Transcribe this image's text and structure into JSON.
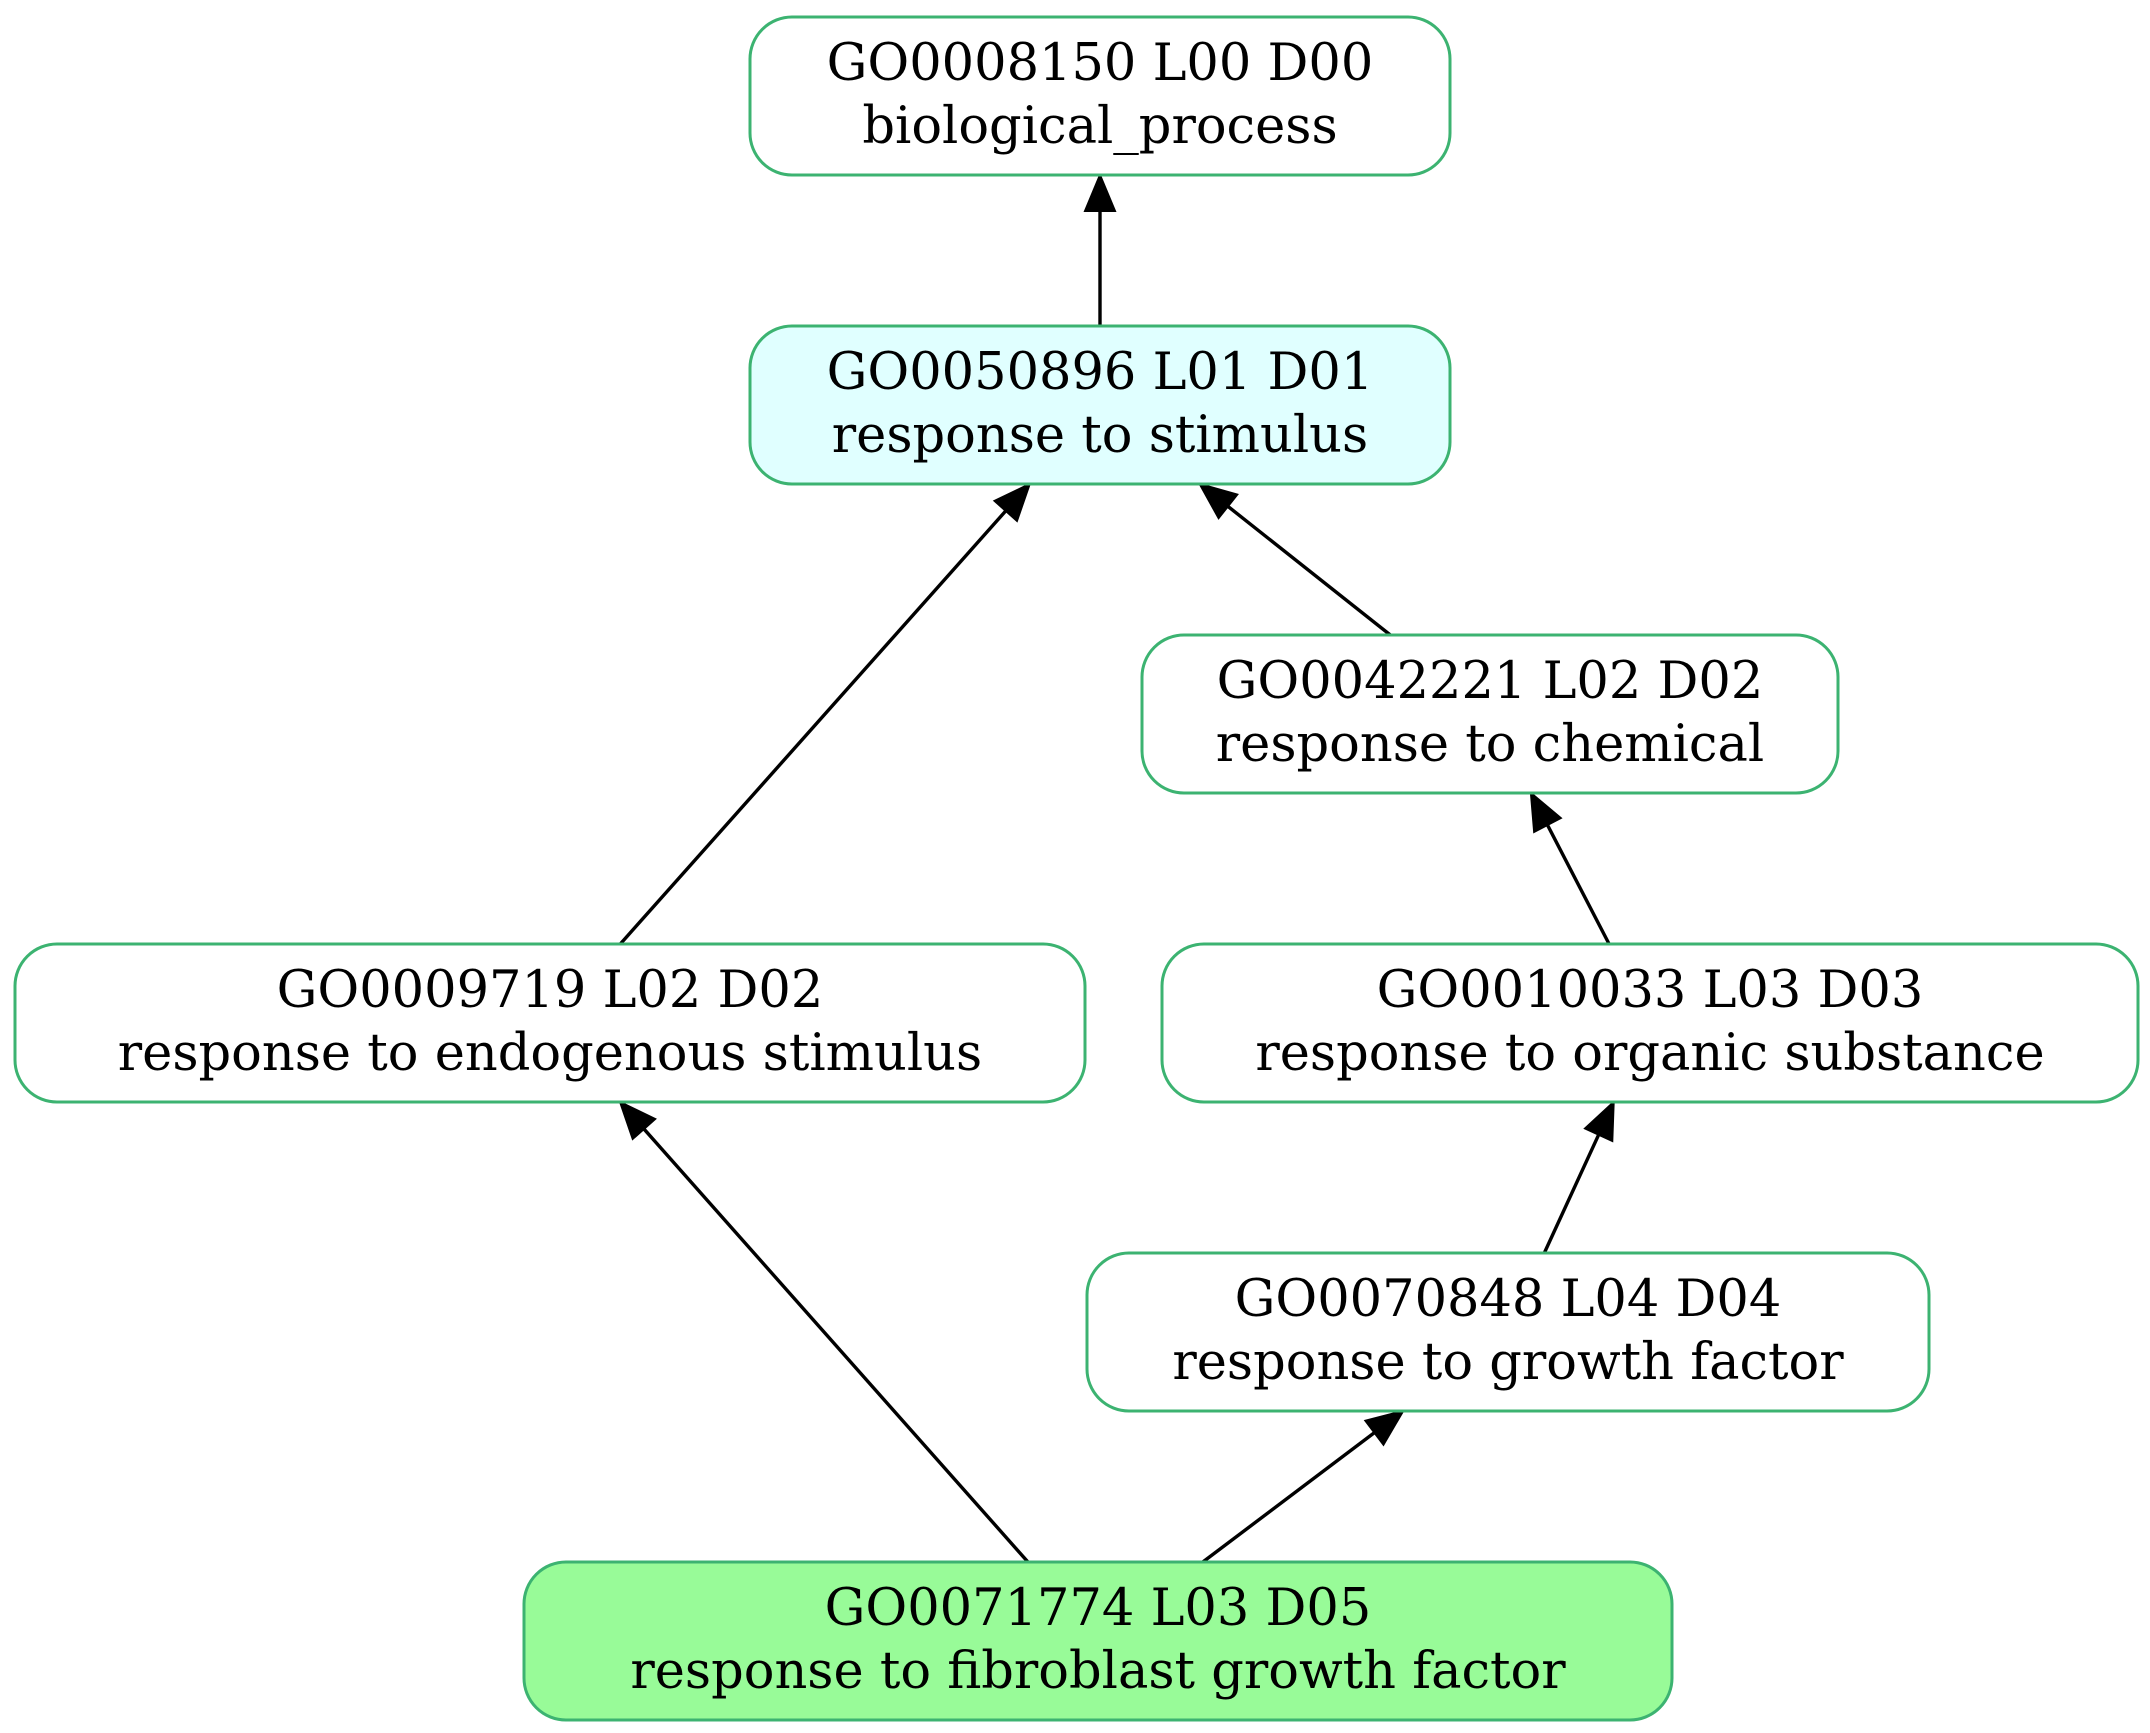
{
  "colors": {
    "node_border": "#3cb371",
    "node_fill_default": "#ffffff",
    "node_fill_highlight": "#e0ffff",
    "node_fill_source": "#98fb98",
    "edge": "#000000"
  },
  "nodes": [
    {
      "id": "GO0008150",
      "line1": "GO0008150 L00 D00",
      "line2": "biological_process",
      "fill_role": "default"
    },
    {
      "id": "GO0050896",
      "line1": "GO0050896 L01 D01",
      "line2": "response to stimulus",
      "fill_role": "highlight"
    },
    {
      "id": "GO0042221",
      "line1": "GO0042221 L02 D02",
      "line2": "response to chemical",
      "fill_role": "default"
    },
    {
      "id": "GO0009719",
      "line1": "GO0009719 L02 D02",
      "line2": "response to endogenous stimulus",
      "fill_role": "default"
    },
    {
      "id": "GO0010033",
      "line1": "GO0010033 L03 D03",
      "line2": "response to organic substance",
      "fill_role": "default"
    },
    {
      "id": "GO0070848",
      "line1": "GO0070848 L04 D04",
      "line2": "response to growth factor",
      "fill_role": "default"
    },
    {
      "id": "GO0071774",
      "line1": "GO0071774 L03 D05",
      "line2": "response to fibroblast growth factor",
      "fill_role": "source"
    }
  ],
  "edges": [
    {
      "from": "GO0050896",
      "to": "GO0008150"
    },
    {
      "from": "GO0009719",
      "to": "GO0050896"
    },
    {
      "from": "GO0042221",
      "to": "GO0050896"
    },
    {
      "from": "GO0010033",
      "to": "GO0042221"
    },
    {
      "from": "GO0071774",
      "to": "GO0009719"
    },
    {
      "from": "GO0070848",
      "to": "GO0010033"
    },
    {
      "from": "GO0071774",
      "to": "GO0070848"
    }
  ]
}
